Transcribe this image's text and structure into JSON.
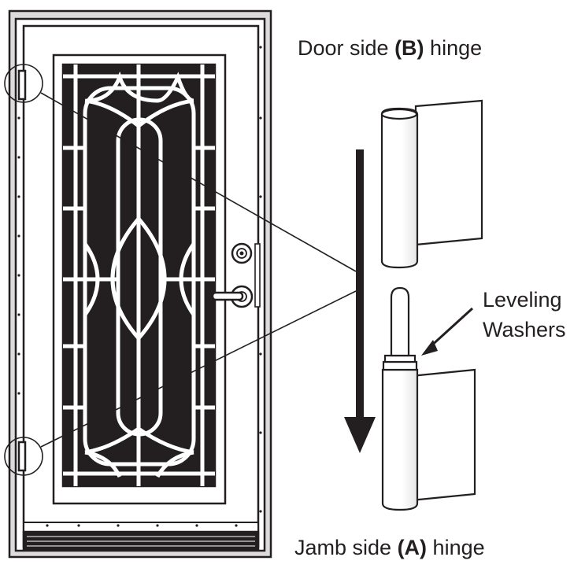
{
  "labels": {
    "door_side_prefix": "Door side ",
    "door_side_letter": "(B)",
    "door_side_suffix": " hinge",
    "jamb_side_prefix": "Jamb side ",
    "jamb_side_letter": "(A)",
    "jamb_side_suffix": " hinge",
    "leveling_line1": "Leveling",
    "leveling_line2": "Washers"
  },
  "colors": {
    "ink": "#231f20",
    "paper": "#ffffff",
    "frame_gray": "#d9d9d9"
  }
}
